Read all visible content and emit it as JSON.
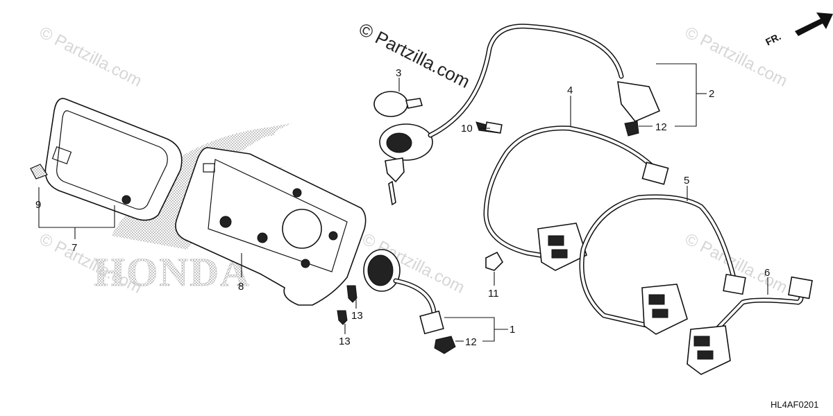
{
  "watermarks": {
    "main": "© Partzilla.com",
    "repeat": "© Partzilla.com"
  },
  "brand_mark": "HONDA",
  "direction_label": "FR.",
  "diagram_code": "HL4AF0201",
  "callouts": {
    "c1": "1",
    "c2": "2",
    "c3": "3",
    "c4": "4",
    "c5": "5",
    "c6": "6",
    "c7": "7",
    "c8": "8",
    "c9": "9",
    "c10": "10",
    "c11": "11",
    "c12a": "12",
    "c12b": "12",
    "c13a": "13",
    "c13b": "13"
  }
}
